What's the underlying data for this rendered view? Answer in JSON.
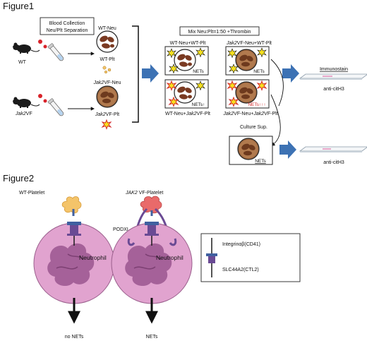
{
  "figure1": {
    "title": "Figure1",
    "collection_line1": "Blood Collection",
    "collection_line2": "Neu/Plt Separation",
    "wt_label": "WT",
    "jak_label_it": "Jak2",
    "jak_label_rest": "VF",
    "wt_neu": "WT-Neu",
    "wt_plt": "WT-Plt",
    "jak_neu_it": "Jak2",
    "jak_neu_rest": "VF-Neu",
    "jak_plt_it": "Jak2",
    "jak_plt_rest": "VF-Plt",
    "mix_label": "Mix Neu:Plt=1:50 +Thrombin",
    "tl_label": "WT-Neu+WT-Plt",
    "tr_it": "Jak2",
    "tr_rest": "VF-Neu+WT-Plt",
    "bl_pre": "WT-Neu+",
    "bl_it": "Jak2",
    "bl_rest": "VF-Plt",
    "br_it1": "Jak2",
    "br_mid": "VF-Neu+",
    "br_it2": "Jak2",
    "br_rest": "VF-Plt",
    "nets": "NETs",
    "nets_up1": "NETs↑",
    "nets_up3": "NETs↑↑↑",
    "culture_sup": "Culture Sup.",
    "immunostain": "Immunostain",
    "anti1": "anti-citH3",
    "anti2": "anti-citH3"
  },
  "figure2": {
    "title": "Figure2",
    "wt_platelet": "WT-Platelet",
    "jak_platelet_it": "JAK2",
    "jak_platelet_rest": " VF-Platelet",
    "podxl": "PODXL",
    "neutrophil1": "Neutrophil",
    "neutrophil2": "Neutrophil",
    "legend_integrin": "Integrinαβ(CD41)",
    "legend_slc": "SLC44A2(CTL2)",
    "no_nets": "no NETs",
    "nets": "NETs"
  },
  "colors": {
    "blue_arrow": "#3d72b4",
    "neutrophil_fill": "#e1a3cf",
    "neutrophil_nucleus": "#9e5a92",
    "wt_platelet": "#f4c46a",
    "jak_platelet": "#e96a6a",
    "receptor_blue": "#4060a0",
    "receptor_purple": "#6a4a94",
    "net_yellow": "#f7e11f",
    "net_red": "#d42a2a",
    "cell_brown": "#8a4a2c"
  }
}
